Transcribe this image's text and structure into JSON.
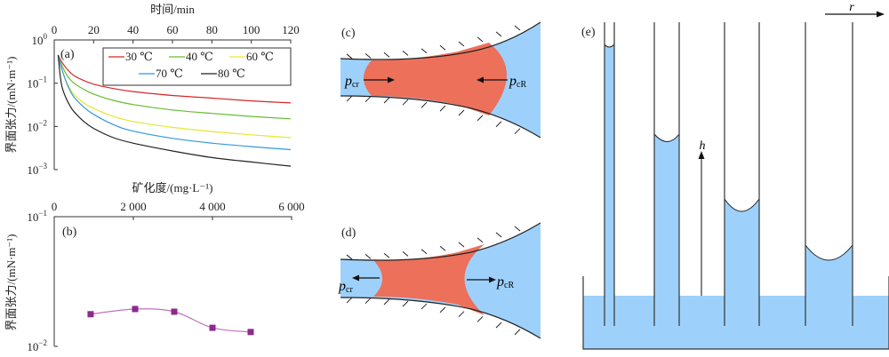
{
  "chart_data": [
    {
      "panel": "a",
      "type": "line",
      "panel_label": "(a)",
      "xlabel": "时间/min",
      "ylabel": "界面张力/(mN·m⁻¹)",
      "xlim": [
        0,
        120
      ],
      "ylim": [
        0.001,
        1
      ],
      "yscale": "log",
      "xticks": [
        "0",
        "20",
        "40",
        "60",
        "80",
        "100",
        "120"
      ],
      "xtick_values": [
        0,
        20,
        40,
        60,
        80,
        100,
        120
      ],
      "yticks": [
        {
          "base": "10",
          "exp": "0",
          "value": 1
        },
        {
          "base": "10",
          "exp": "−1",
          "value": 0.1
        },
        {
          "base": "10",
          "exp": "−2",
          "value": 0.01
        },
        {
          "base": "10",
          "exp": "−3",
          "value": 0.001
        }
      ],
      "x_axis_position": "top",
      "legend_position": "top-right",
      "series": [
        {
          "name": "30 ℃",
          "color": "#d62728",
          "x": [
            2,
            4,
            7,
            10,
            15,
            20,
            30,
            40,
            60,
            80,
            100,
            120
          ],
          "y": [
            0.45,
            0.3,
            0.2,
            0.15,
            0.115,
            0.095,
            0.075,
            0.064,
            0.052,
            0.045,
            0.039,
            0.035
          ]
        },
        {
          "name": "40 ℃",
          "color": "#66bb33",
          "x": [
            2,
            4,
            7,
            10,
            15,
            20,
            30,
            40,
            60,
            80,
            100,
            120
          ],
          "y": [
            0.45,
            0.25,
            0.14,
            0.1,
            0.072,
            0.056,
            0.04,
            0.032,
            0.024,
            0.02,
            0.017,
            0.015
          ]
        },
        {
          "name": "60 ℃",
          "color": "#e6e633",
          "x": [
            2,
            4,
            7,
            10,
            15,
            20,
            30,
            40,
            60,
            80,
            100,
            120
          ],
          "y": [
            0.45,
            0.2,
            0.09,
            0.055,
            0.035,
            0.026,
            0.017,
            0.013,
            0.0095,
            0.0076,
            0.0064,
            0.0055
          ]
        },
        {
          "name": "70 ℃",
          "color": "#3399dd",
          "x": [
            2,
            4,
            7,
            10,
            15,
            20,
            30,
            40,
            60,
            80,
            100,
            120
          ],
          "y": [
            0.45,
            0.2,
            0.085,
            0.048,
            0.028,
            0.019,
            0.011,
            0.0078,
            0.0053,
            0.0041,
            0.0034,
            0.0029
          ]
        },
        {
          "name": "80 ℃",
          "color": "#222222",
          "x": [
            2,
            3,
            4,
            6,
            8,
            10,
            15,
            20,
            30,
            40,
            60,
            80,
            100,
            120
          ],
          "y": [
            0.45,
            0.15,
            0.08,
            0.045,
            0.03,
            0.022,
            0.013,
            0.009,
            0.0055,
            0.0041,
            0.0027,
            0.0019,
            0.0015,
            0.0012
          ]
        }
      ]
    },
    {
      "panel": "b",
      "type": "line",
      "panel_label": "(b)",
      "xlabel": "矿化度/(mg·L⁻¹)",
      "ylabel": "界面张力/(mN·m⁻¹)",
      "xlim": [
        0,
        6000
      ],
      "ylim": [
        0.01,
        0.1
      ],
      "yscale": "log",
      "xticks": [
        "0",
        "2 000",
        "4 000",
        "6 000"
      ],
      "xtick_values": [
        0,
        2000,
        4000,
        6000
      ],
      "yticks": [
        {
          "base": "10",
          "exp": "−1",
          "value": 0.1
        },
        {
          "base": "10",
          "exp": "−2",
          "value": 0.01
        }
      ],
      "x_axis_position": "top",
      "series": [
        {
          "name": "界面张力",
          "color": "#8b2a8b",
          "line_color": "#c070c0",
          "x": [
            920,
            2045,
            3034,
            4000,
            4966
          ],
          "y": [
            0.0177,
            0.0194,
            0.0185,
            0.0139,
            0.0129
          ]
        }
      ]
    }
  ],
  "diagrams": {
    "c": {
      "label": "(c)",
      "left_pressure": {
        "base": "p",
        "sub": "cr"
      },
      "right_pressure": {
        "base": "p",
        "sub": "cR"
      },
      "oil_color": "#ec705a",
      "water_color": "#9dd1fb"
    },
    "d": {
      "label": "(d)",
      "left_pressure": {
        "base": "p",
        "sub": "cr"
      },
      "right_pressure": {
        "base": "p",
        "sub": "cR"
      },
      "oil_color": "#ec705a",
      "water_color": "#9dd1fb"
    },
    "e": {
      "label": "(e)",
      "r_label": "r",
      "h_label": "h",
      "water_color": "#9dd1fb"
    }
  }
}
